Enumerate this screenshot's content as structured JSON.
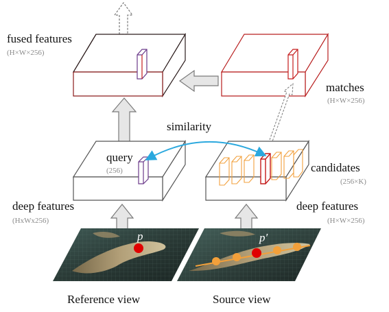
{
  "labels": {
    "fused_features": "fused features",
    "fused_features_dim": "(H×W×256)",
    "matches": "matches",
    "matches_dim": "(H×W×256)",
    "similarity": "similarity",
    "query": "query",
    "query_dim": "(256)",
    "candidates": "candidates",
    "candidates_dim": "(256×K)",
    "deep_features_ref": "deep features",
    "deep_features_ref_dim": "(HxWx256)",
    "deep_features_src": "deep features",
    "deep_features_src_dim": "(H×W×256)",
    "point_ref": "p",
    "point_src": "p′",
    "reference_view": "Reference view",
    "source_view": "Source view"
  },
  "colors": {
    "fused_box_top": "#2a1a1a",
    "fused_box_bottom": "#8b1a1a",
    "matches_box": "#b81d1d",
    "feature_box": "#555555",
    "query_column": "#6b3a8a",
    "match_column": "#c41a1a",
    "candidate_columns": "#f2a03c",
    "similarity_arrow": "#2aa8de",
    "arrow_fill": "#e6e6e6",
    "arrow_stroke": "#7a7a7a",
    "point_ref": "#e00000",
    "point_src": "#e00000",
    "epipolar_line": "#f3a03a"
  }
}
